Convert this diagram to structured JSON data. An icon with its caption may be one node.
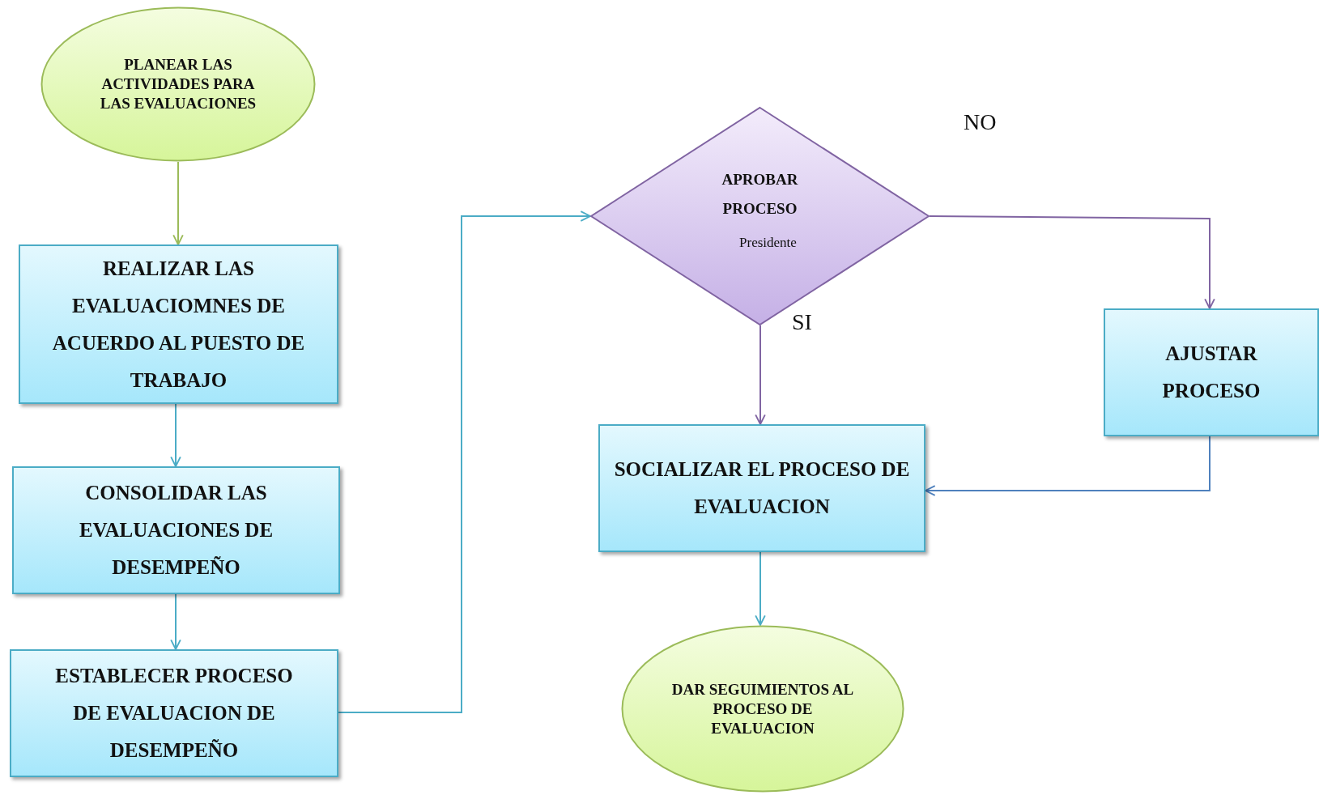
{
  "diagram": {
    "nodes": [
      {
        "text": [
          "PLANEAR LAS ACTIVIDADES PARA LAS EVALUACIONES"
        ]
      },
      {
        "text": [
          "REALIZAR LAS EVALUACIOMNES DE ACUERDO AL PUESTO DE TRABAJO"
        ]
      },
      {
        "text": [
          "CONSOLIDAR LAS EVALUACIONES DE DESEMPEÑO"
        ]
      },
      {
        "text": [
          "ESTABLECER PROCESO DE EVALUACION DE DESEMPEÑO"
        ]
      },
      {
        "text": [
          "APROBAR PROCESO",
          "Presidente"
        ]
      },
      {
        "text": [
          "SOCIALIZAR EL PROCESO DE EVALUACION"
        ]
      },
      {
        "text": [
          "AJUSTAR PROCESO"
        ]
      },
      {
        "text": [
          "DAR SEGUIMIENTOS AL PROCESO DE EVALUACION"
        ]
      }
    ],
    "edges": [
      {
        "from": 0,
        "to": 1,
        "arrow": "to",
        "color": "#9bbb59"
      },
      {
        "from": 1,
        "to": 2,
        "arrow": "to"
      },
      {
        "from": 2,
        "to": 3,
        "arrow": "to"
      },
      {
        "from": 3,
        "to": 4,
        "arrow": "to"
      },
      {
        "from": 4,
        "to": 5,
        "arrow": "to",
        "label": "SI",
        "color": "#8064a2"
      },
      {
        "from": 4,
        "to": 6,
        "arrow": "to",
        "label": "NO",
        "color": "#8064a2"
      },
      {
        "from": 6,
        "to": 5,
        "arrow": "to",
        "color": "#4f81bd"
      },
      {
        "from": 5,
        "to": 7,
        "arrow": "to"
      }
    ]
  }
}
